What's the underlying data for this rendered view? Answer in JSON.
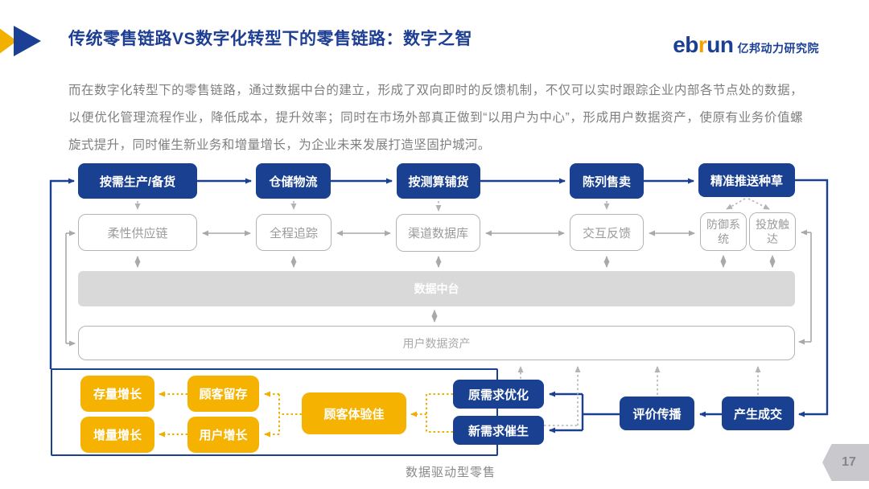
{
  "header": {
    "title": "传统零售链路VS数字化转型下的零售链路：数字之智",
    "brand": {
      "logo_eb": "eb",
      "logo_r": "r",
      "logo_un": "un",
      "org": "亿邦动力研究院"
    }
  },
  "intro": "而在数字化转型下的零售链路，通过数据中台的建立，形成了双向即时的反馈机制，不仅可以实时跟踪企业内部各节点处的数据，以便优化管理流程作业，降低成本，提升效率；同时在市场外部真正做到“以用户为中心”，形成用户数据资产，使原有业务价值螺旋式提升，同时催生新业务和增量增长，为企业未来发展打造坚固护城河。",
  "diagram": {
    "top_row": [
      "按需生产/备货",
      "仓储物流",
      "按测算铺货",
      "陈列售卖",
      "精准推送种草"
    ],
    "mid_row": [
      "柔性供应链",
      "全程追踪",
      "渠道数据库",
      "交互反馈"
    ],
    "defense": "防御系统",
    "reach": "投放触达",
    "data_platform": "数据中台",
    "user_asset": "用户数据资产",
    "yellow": [
      "存量增长",
      "顾客留存",
      "增量增长",
      "用户增长",
      "顾客体验佳"
    ],
    "blue_bottom": [
      "原需求优化",
      "新需求催生",
      "评价传播",
      "产生成交"
    ],
    "caption": "数据驱动型零售"
  },
  "page_number": "17",
  "colors": {
    "navy": "#1a4191",
    "yellow": "#f2b100",
    "gray_line": "#a9a9a9"
  }
}
